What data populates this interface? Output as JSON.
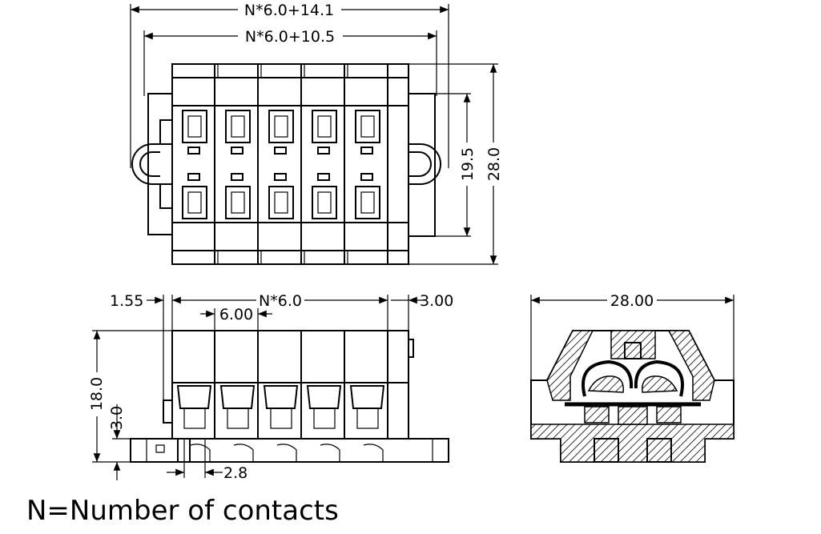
{
  "dimensions": {
    "top_width_outer": "N*6.0+14.1",
    "top_width_inner": "N*6.0+10.5",
    "top_height_inner": "19.5",
    "top_height_outer": "28.0",
    "front_left_offset": "1.55",
    "front_pitch_total": "N*6.0",
    "front_pitch": "6.00",
    "front_right_offset": "3.00",
    "front_height": "18.0",
    "front_foot_height": "3.0",
    "front_peg": "2.8",
    "side_width": "28.00"
  },
  "note": "N=Number of contacts",
  "contacts_drawn": 5
}
